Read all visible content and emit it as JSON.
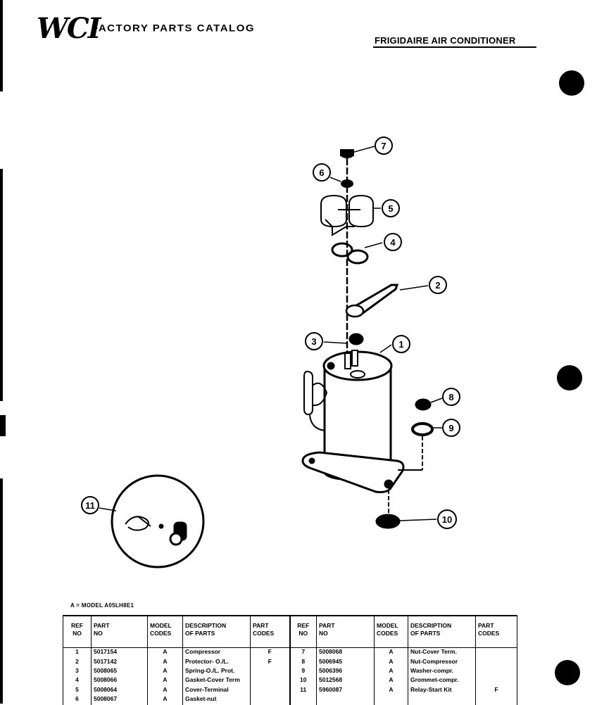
{
  "header": {
    "logo": "WCI",
    "catalog_title": "FACTORY PARTS CATALOG",
    "subject": "FRIGIDAIRE AIR CONDITIONER"
  },
  "diagram": {
    "callouts": [
      "1",
      "2",
      "3",
      "4",
      "5",
      "6",
      "7",
      "8",
      "9",
      "10",
      "11"
    ]
  },
  "model_note": "A = MODEL A05LH8E1",
  "table": {
    "headers": [
      "REF NO",
      "PART NO",
      "MODEL CODES",
      "DESCRIPTION OF PARTS",
      "PART CODES"
    ],
    "header_lines": {
      "ref": [
        "REF",
        "NO"
      ],
      "part": [
        "PART",
        "NO"
      ],
      "model": [
        "MODEL",
        "CODES"
      ],
      "desc": [
        "DESCRIPTION",
        "OF PARTS"
      ],
      "codes": [
        "PART",
        "CODES"
      ]
    },
    "left_rows": [
      {
        "ref": "1",
        "part": "5017154",
        "model": "A",
        "desc": "Compressor",
        "code": "F"
      },
      {
        "ref": "2",
        "part": "5017142",
        "model": "A",
        "desc": "Protector- O./L.",
        "code": "F"
      },
      {
        "ref": "3",
        "part": "5008065",
        "model": "A",
        "desc": "Spring-O./L. Prot.",
        "code": ""
      },
      {
        "ref": "4",
        "part": "5008066",
        "model": "A",
        "desc": "Gasket-Cover Term",
        "code": ""
      },
      {
        "ref": "5",
        "part": "5008064",
        "model": "A",
        "desc": "Cover-Terminal",
        "code": ""
      },
      {
        "ref": "6",
        "part": "5008067",
        "model": "A",
        "desc": "Gasket-nut",
        "code": ""
      }
    ],
    "right_rows": [
      {
        "ref": "7",
        "part": "5008068",
        "model": "A",
        "desc": "Nut-Cover Term.",
        "code": ""
      },
      {
        "ref": "8",
        "part": "5006945",
        "model": "A",
        "desc": "Nut-Compressor",
        "code": ""
      },
      {
        "ref": "9",
        "part": "5006396",
        "model": "A",
        "desc": "Washer-compr.",
        "code": ""
      },
      {
        "ref": "10",
        "part": "5012568",
        "model": "A",
        "desc": "Grommet-compr.",
        "code": ""
      },
      {
        "ref": "11",
        "part": "5960087",
        "model": "A",
        "desc": "Relay-Start Kit",
        "code": "F"
      }
    ]
  }
}
